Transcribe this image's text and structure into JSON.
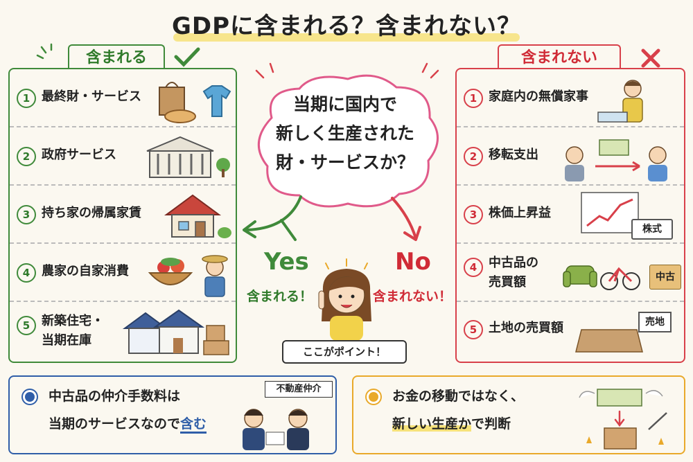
{
  "title": "GDPに含まれる？含まれない？",
  "included": {
    "tab_label": "含まれる",
    "items": [
      {
        "num": "1",
        "label": "最終財・サービス"
      },
      {
        "num": "2",
        "label": "政府サービス"
      },
      {
        "num": "3",
        "label": "持ち家の帰属家賃"
      },
      {
        "num": "4",
        "label": "農家の自家消費"
      },
      {
        "num": "5",
        "label_line1": "新築住宅・",
        "label_line2": "当期在庫"
      }
    ]
  },
  "excluded": {
    "tab_label": "含まれない",
    "items": [
      {
        "num": "1",
        "label": "家庭内の無償家事"
      },
      {
        "num": "2",
        "label": "移転支出"
      },
      {
        "num": "3",
        "label": "株価上昇益"
      },
      {
        "num": "4",
        "label_line1": "中古品の",
        "label_line2": "売買額"
      },
      {
        "num": "5",
        "label": "土地の売買額"
      }
    ],
    "stock_sign": "株式",
    "used_tag": "中古",
    "land_sign": "売地"
  },
  "center": {
    "question_line1": "当期に国内で",
    "question_line2": "新しく生産された",
    "question_line3": "財・サービスか？",
    "yes": "Yes",
    "no": "No",
    "yes_sub": "含まれる！",
    "no_sub": "含まれない！",
    "point": "ここがポイント！"
  },
  "notes": {
    "blue_line1": "中古品の仲介手数料は",
    "blue_line2_a": "当期のサービスなので",
    "blue_line2_b": "含む",
    "realestate_sign": "不動産仲介",
    "yellow_line1": "お金の移動ではなく、",
    "yellow_line2_a": "新しい生産か",
    "yellow_line2_b": "で判断"
  },
  "colors": {
    "green": "#3f8a3a",
    "red": "#d8404a",
    "blue": "#2f5ea8",
    "yellow": "#e9a92a"
  }
}
